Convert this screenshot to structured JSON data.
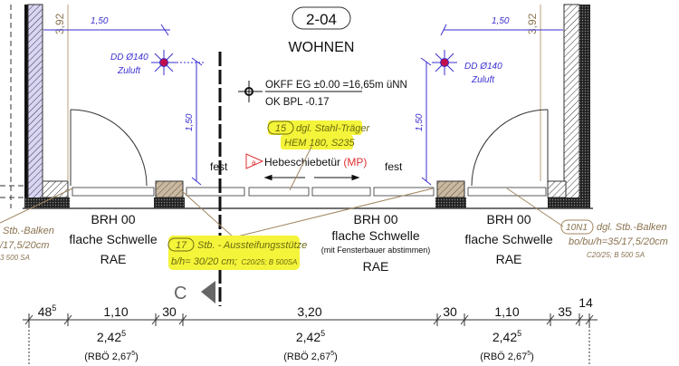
{
  "room": {
    "number": "2-04",
    "name": "WOHNEN"
  },
  "levels": {
    "okff": "OKFF EG ±0.00 =16,65m üNN",
    "bpl": "OK BPL -0.17"
  },
  "beam_note": {
    "tag": "15",
    "line1": "dgl. Stahl-Träger",
    "line2": "HEM 180, S235"
  },
  "door": {
    "tag": "a",
    "label": "Hebeschiebetür",
    "suffix": "(MP)"
  },
  "fixed_left": "fest",
  "fixed_right": "fest",
  "vents": {
    "left": {
      "line1": "DD Ø140",
      "line2": "Zuluft"
    },
    "right": {
      "line1": "DD Ø140",
      "line2": "Zuluft"
    }
  },
  "dims_top": {
    "left_h": "1,50",
    "right_h": "1,50",
    "left_v": "1,50",
    "right_v": "1,50",
    "left_392": "3,92",
    "right_392": "3,92"
  },
  "openings": [
    {
      "l1": "BRH 00",
      "l2": "flache Schwelle",
      "l3": "RAE"
    },
    {
      "l1": "BRH 00",
      "l2": "flache Schwelle",
      "note": "(mit Fensterbauer abstimmen)",
      "l3": "RAE"
    },
    {
      "l1": "BRH 00",
      "l2": "flache Schwelle",
      "l3": "RAE"
    }
  ],
  "column_note": {
    "tag": "17",
    "line1": "Stb. - Aussteifungsstütze",
    "line2a": "b/h= 30/20 cm;",
    "line2b": "C20/25; B 500SA"
  },
  "left_beam": {
    "line1": "Stb.-Balken",
    "line2": "/17,5/20cm",
    "line3": "3 500 SA"
  },
  "right_beam": {
    "tag": "10N1",
    "line1": "dgl. Stb.-Balken",
    "line2": "bo/bu/h=35/17,5/20cm",
    "line3": "C20/25; B 500 SA"
  },
  "section_marker": "C",
  "dim_chain": [
    {
      "main": "48",
      "sup": "5"
    },
    {
      "main": "1,10"
    },
    {
      "main": "30"
    },
    {
      "main": "3,20"
    },
    {
      "main": "30"
    },
    {
      "main": "1,10"
    },
    {
      "main": "35"
    },
    {
      "main": "14"
    }
  ],
  "heights": [
    {
      "main": "2,42",
      "sup": "5",
      "rbo": "(RBÖ 2,67",
      "rbo_sup": "5",
      "close": ")"
    },
    {
      "main": "2,42",
      "sup": "5",
      "rbo": "(RBÖ 2,67",
      "rbo_sup": "5",
      "close": ")"
    },
    {
      "main": "2,42",
      "sup": "5",
      "rbo": "(RBÖ 2,67",
      "rbo_sup": "5",
      "close": ")"
    }
  ]
}
